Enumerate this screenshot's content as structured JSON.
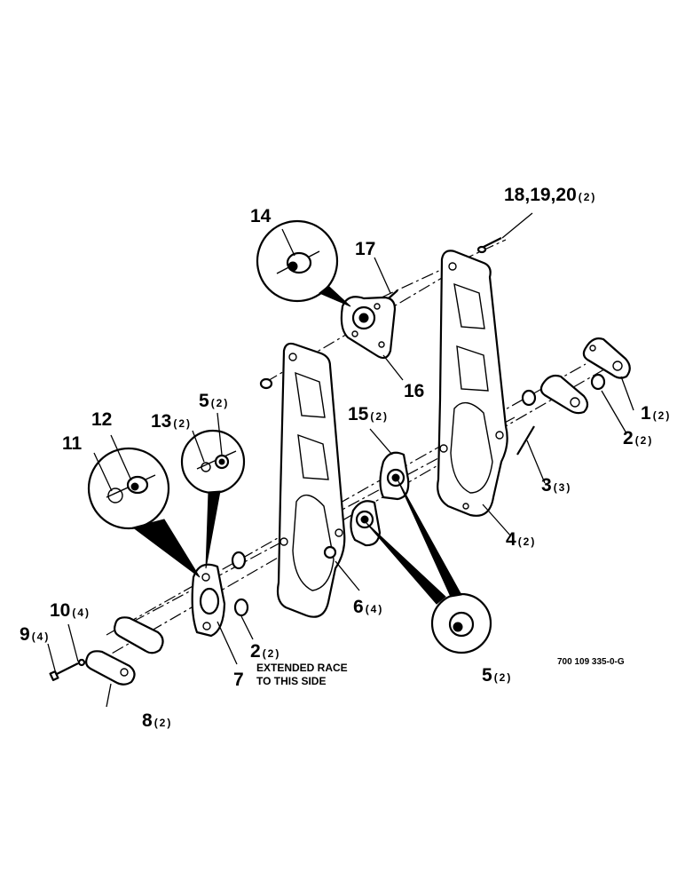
{
  "callouts": {
    "c1": {
      "num": "1",
      "qty": "(2)"
    },
    "c2a": {
      "num": "2",
      "qty": "(2)"
    },
    "c2b": {
      "num": "2",
      "qty": "(2)"
    },
    "c3": {
      "num": "3",
      "qty": "(3)"
    },
    "c4": {
      "num": "4",
      "qty": "(2)"
    },
    "c5a": {
      "num": "5",
      "qty": "(2)"
    },
    "c5b": {
      "num": "5",
      "qty": "(2)"
    },
    "c6": {
      "num": "6",
      "qty": "(4)"
    },
    "c7": {
      "num": "7"
    },
    "c8": {
      "num": "8",
      "qty": "(2)"
    },
    "c9": {
      "num": "9",
      "qty": "(4)"
    },
    "c10": {
      "num": "10",
      "qty": "(4)"
    },
    "c11": {
      "num": "11"
    },
    "c12": {
      "num": "12"
    },
    "c13": {
      "num": "13",
      "qty": "(2)"
    },
    "c14": {
      "num": "14"
    },
    "c15": {
      "num": "15",
      "qty": "(2)"
    },
    "c16": {
      "num": "16"
    },
    "c17": {
      "num": "17"
    },
    "c18": {
      "num": "18,19,20",
      "qty": "(2)"
    }
  },
  "note": {
    "line1": "EXTENDED RACE",
    "line2": "TO THIS SIDE"
  },
  "drawing_number": "700 109 335-0-G"
}
